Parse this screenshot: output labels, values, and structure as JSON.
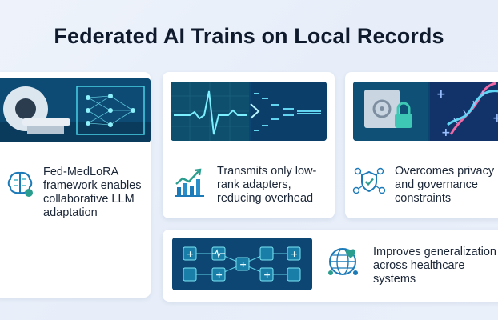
{
  "title": "Federated AI Trains on Local Records",
  "cards": {
    "fed": {
      "text": "Fed-MedLoRA framework enables collaborative LLM adaptation",
      "icon": "brain-icon",
      "image": "mri-scanner-neural-network-image"
    },
    "transmit": {
      "text": "Transmits only low-rank adapters, reducing overhead",
      "icon": "growth-chart-icon",
      "image": "ecg-signal-data-stream-image"
    },
    "privacy": {
      "text": "Overcomes privacy and governance constraints",
      "icon": "privacy-shield-network-icon",
      "image": "safe-lock-dna-image"
    },
    "generalization": {
      "text": "Improves generalization across healthcare systems",
      "icon": "global-health-icon",
      "image": "healthcare-network-image"
    }
  },
  "colors": {
    "accent": "#0f7e8c",
    "deep": "#0b3a66",
    "text": "#1b2637",
    "icon": "#1c7ab8"
  }
}
